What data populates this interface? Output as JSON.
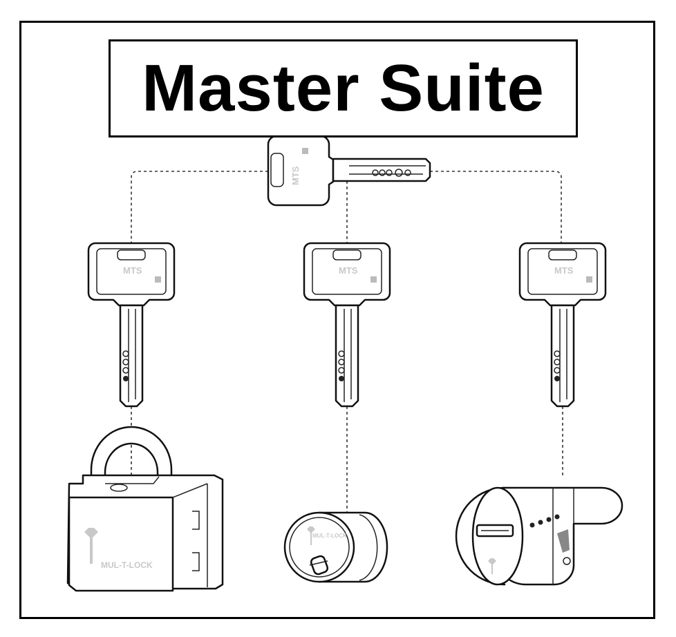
{
  "title": "Master Suite",
  "master_key": {
    "logo": "MTS"
  },
  "keys": [
    {
      "logo": "MTS"
    },
    {
      "logo": "MTS"
    },
    {
      "logo": "MTS"
    }
  ],
  "locks": [
    {
      "type": "padlock",
      "logo": "MUL-T-LOCK"
    },
    {
      "type": "rim-cylinder",
      "logo": "MUL-T-LOCK"
    },
    {
      "type": "euro-cylinder",
      "logo": ""
    }
  ]
}
